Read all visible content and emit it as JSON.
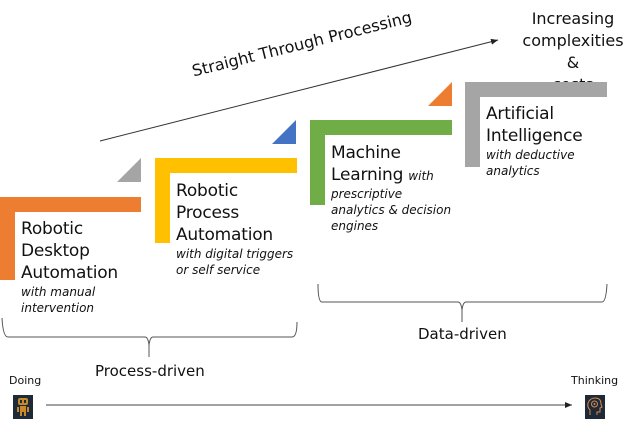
{
  "top_label": {
    "line1": "Increasing",
    "line2": "complexities &",
    "line3": "costs"
  },
  "arrow_label": "Straight Through Processing",
  "steps": [
    {
      "title_lines": [
        "Robotic",
        "Desktop",
        "Automation"
      ],
      "subtitle_lines": [
        "with manual",
        "intervention"
      ],
      "color": "#ED7D31",
      "corner_color": "#A5A5A5"
    },
    {
      "title_lines": [
        "Robotic",
        "Process",
        "Automation"
      ],
      "subtitle_lines": [
        "with digital triggers",
        "or self service"
      ],
      "color": "#FFC000",
      "corner_color": "#4472C4"
    },
    {
      "title_lines": [
        "Machine",
        "Learning"
      ],
      "inline_subtitle": "with",
      "subtitle_lines": [
        "prescriptive",
        "analytics & decision",
        "engines"
      ],
      "color": "#70AD47",
      "corner_color": "#ED7D31"
    },
    {
      "title_lines": [
        "Artificial",
        "Intelligence"
      ],
      "subtitle_lines": [
        "with deductive",
        "analytics"
      ],
      "color": "#A5A5A5"
    }
  ],
  "groups": {
    "process": "Process-driven",
    "data": "Data-driven"
  },
  "axis": {
    "start": "Doing",
    "end": "Thinking",
    "start_icon": "robot-icon",
    "end_icon": "head-gears-icon"
  }
}
